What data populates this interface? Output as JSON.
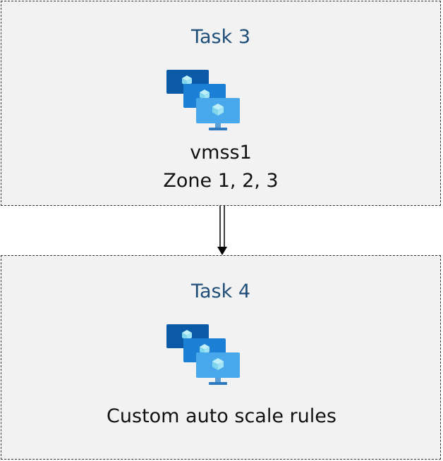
{
  "tasks": [
    {
      "title": "Task 3",
      "icon": "vm-scale-set-icon",
      "lines": [
        "vmss1",
        "Zone 1, 2, 3"
      ]
    },
    {
      "title": "Task 4",
      "icon": "vm-scale-set-icon",
      "lines": [
        "Custom auto scale rules"
      ]
    }
  ],
  "colors": {
    "title": "#1f4e79",
    "box_fill": "#f2f2f2",
    "box_border": "#333333",
    "vm_dark": "#0a5aa8",
    "vm_mid": "#1b7fd6",
    "vm_light": "#49a8ec",
    "cube": "#bff0f8"
  }
}
